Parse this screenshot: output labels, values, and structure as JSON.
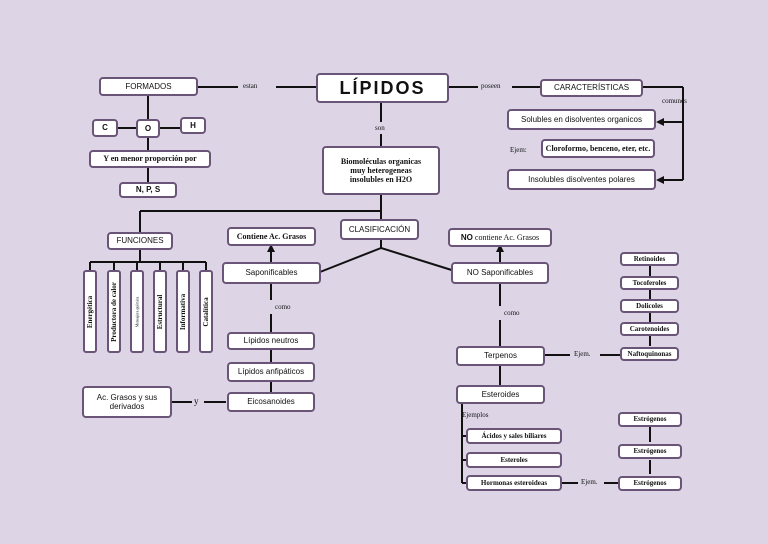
{
  "title": "LÍPIDOS",
  "connectors": {
    "estan": "estan",
    "poseen": "poseen",
    "son": "son",
    "comunes": "comunes",
    "ejem1": "Ejem:",
    "como1": "como",
    "como2": "como",
    "y": "y",
    "ejem2": "Ejem.",
    "ejemplos": "Ejemplos",
    "ejem3": "Ejem."
  },
  "nodes": {
    "formados": "FORMADOS",
    "c": "C",
    "o": "O",
    "h": "H",
    "menor_proporcion": "Y en menor proporción por",
    "nps": "N, P, S",
    "caracteristicas": "CARACTERÍSTICAS",
    "solubles": "Solubles en disolventes organicos",
    "cloroformo": "Cloroformo, benceno, eter, etc.",
    "insolubles": "Insolubles disolventes polares",
    "biomoleculas": "Biomoléculas organicas muy heterogeneas insolubles en H2O",
    "clasificacion": "CLASIFICACIÓN",
    "funciones": "FUNCIONES",
    "contiene": "Contiene Ac. Grasos",
    "no_bold": "NO",
    "no_contiene": " contiene Ac. Grasos",
    "saponificables": "Saponificables",
    "no_saponificables": "NO Saponificables",
    "lipidos_neutros": "Lípidos neutros",
    "lipidos_anfipaticos": "Lípidos anfipáticos",
    "eicosanoides": "Eicosanoides",
    "ac_grasos": "Ac. Grasos y sus derivados",
    "terpenos": "Terpenos",
    "esteroides": "Esteroides",
    "acidos_biliares": "Ácidos y sales biliares",
    "esteroles": "Esteroles",
    "hormonas": "Hormonas esteroideas",
    "retinoides": "Retinoides",
    "tocoferoles": "Tocoferoles",
    "dolicoles": "Dolicoles",
    "carotenoides": "Carotenoides",
    "naftoquinonas": "Naftoquinonas",
    "estrogenos": "Estrógenos",
    "estrogenos2": "Estrógenos",
    "estrogenos3": "Estrógenos"
  },
  "funciones": [
    "Energética",
    "Productora de calor",
    "Mensajera química",
    "Estructural",
    "Informativa",
    "Catalítica"
  ]
}
